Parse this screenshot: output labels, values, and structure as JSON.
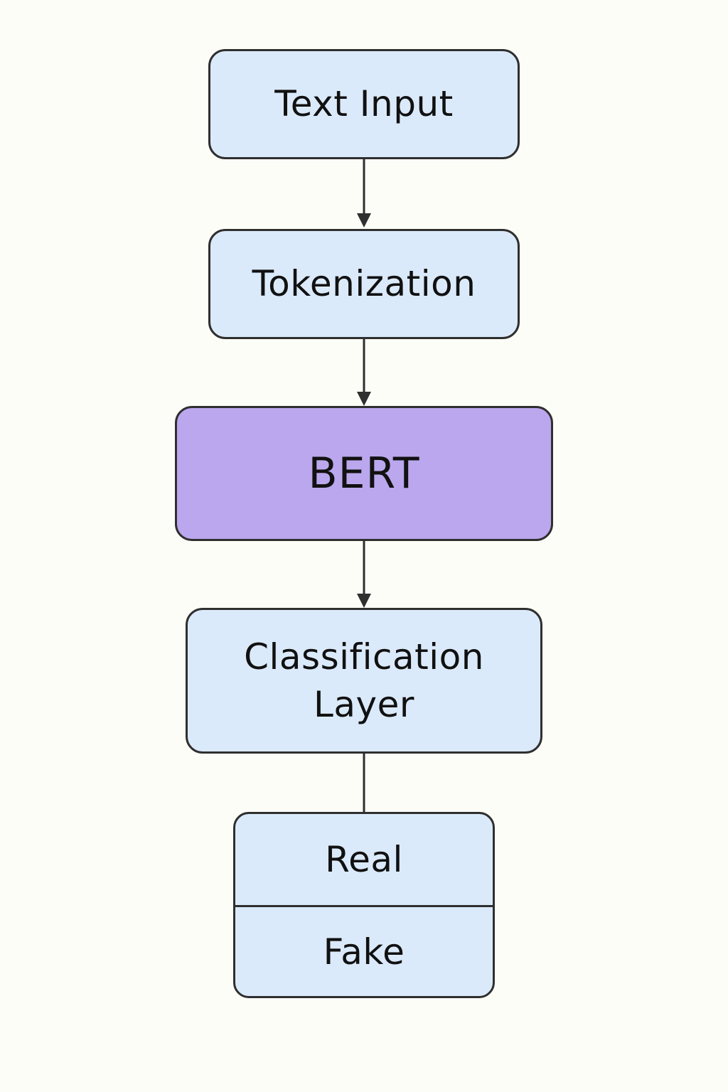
{
  "nodes": {
    "text_input": "Text Input",
    "tokenization": "Tokenization",
    "bert": "BERT",
    "classification_line1": "Classification",
    "classification_line2": "Layer",
    "output_real": "Real",
    "output_fake": "Fake"
  },
  "colors": {
    "node_fill": "#dbeafa",
    "bert_fill": "#bba7ee",
    "stroke": "#2f2f2f",
    "background": "#fdfdf8"
  }
}
